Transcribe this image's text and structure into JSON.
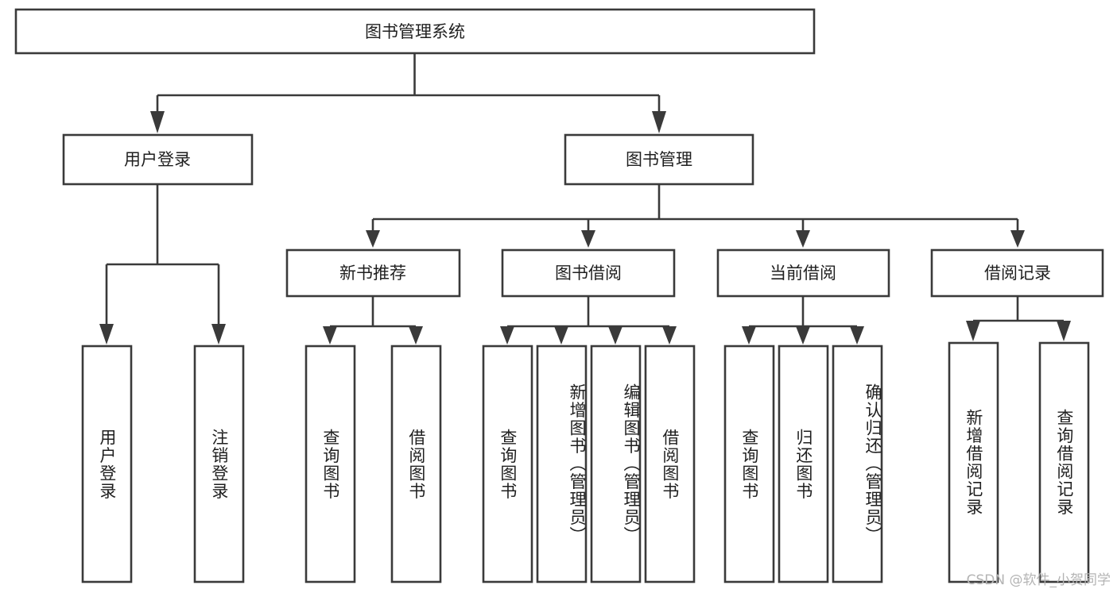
{
  "diagram": {
    "type": "tree",
    "title": "图书管理系统",
    "root": {
      "id": "root",
      "label": "图书管理系统"
    },
    "level2": [
      {
        "id": "user-login",
        "label": "用户登录"
      },
      {
        "id": "book-manage",
        "label": "图书管理"
      }
    ],
    "level3": [
      {
        "id": "new-book-rec",
        "label": "新书推荐",
        "parent": "book-manage"
      },
      {
        "id": "book-borrow",
        "label": "图书借阅",
        "parent": "book-manage"
      },
      {
        "id": "current-borrow",
        "label": "当前借阅",
        "parent": "book-manage"
      },
      {
        "id": "borrow-record",
        "label": "借阅记录",
        "parent": "book-manage"
      }
    ],
    "leaves": [
      {
        "id": "leaf-user-login",
        "label": "用户登录",
        "parent": "user-login"
      },
      {
        "id": "leaf-logout",
        "label": "注销登录",
        "parent": "user-login"
      },
      {
        "id": "leaf-query-book-1",
        "label": "查询图书",
        "parent": "new-book-rec"
      },
      {
        "id": "leaf-borrow-book-1",
        "label": "借阅图书",
        "parent": "new-book-rec"
      },
      {
        "id": "leaf-query-book-2",
        "label": "查询图书",
        "parent": "book-borrow"
      },
      {
        "id": "leaf-add-book",
        "label": "新增图书（管理员）",
        "parent": "book-borrow"
      },
      {
        "id": "leaf-edit-book",
        "label": "编辑图书（管理员）",
        "parent": "book-borrow"
      },
      {
        "id": "leaf-borrow-book-2",
        "label": "借阅图书",
        "parent": "book-borrow"
      },
      {
        "id": "leaf-query-book-3",
        "label": "查询图书",
        "parent": "current-borrow"
      },
      {
        "id": "leaf-return-book",
        "label": "归还图书",
        "parent": "current-borrow"
      },
      {
        "id": "leaf-confirm-return",
        "label": "确认归还（管理员）",
        "parent": "current-borrow"
      },
      {
        "id": "leaf-add-record",
        "label": "新增借阅记录",
        "parent": "borrow-record"
      },
      {
        "id": "leaf-query-record",
        "label": "查询借阅记录",
        "parent": "borrow-record"
      }
    ],
    "colors": {
      "stroke": "#3a3a3a",
      "fill": "#ffffff",
      "text": "#1f1f1f",
      "watermark": "#b4b4b4",
      "background": "#ffffff"
    }
  },
  "watermark": {
    "text": "CSDN @软件_小贺同学"
  }
}
